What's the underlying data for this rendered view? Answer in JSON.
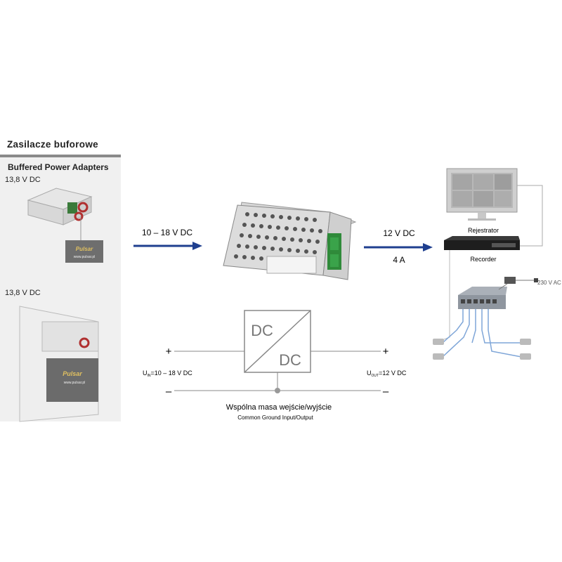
{
  "left_panel": {
    "title": "Zasilacze buforowe",
    "subtitle": "Buffered Power Adapters",
    "voltage_top": "13,8 V DC",
    "voltage_bottom": "13,8 V DC",
    "brand": "Pulsar",
    "brand_url": "www.pulsar.pl"
  },
  "input_arrow": {
    "label": "10 – 18 V DC"
  },
  "output_arrow": {
    "voltage": "12 V DC",
    "current": "4 A"
  },
  "converter_symbol": {
    "top_text": "DC",
    "bottom_text": "DC"
  },
  "terminals": {
    "in_plus": "+",
    "in_minus": "–",
    "out_plus": "+",
    "out_minus": "–",
    "in_label_u": "U",
    "in_label_sub": "IN",
    "in_label_rest": "=10 – 18 V DC",
    "out_label_u": "U",
    "out_label_sub": "OUT",
    "out_label_rest": "=12 V DC"
  },
  "ground": {
    "label_pl": "Wspólna masa wejście/wyjście",
    "label_en": "Common Ground Input/Output"
  },
  "devices": {
    "recorder_pl": "Rejestrator",
    "recorder_en": "Recorder",
    "mains": "230 V AC"
  },
  "colors": {
    "arrow": "#1f3f8f",
    "panel": "#f0f0f0",
    "rule": "#8a8a8a"
  }
}
